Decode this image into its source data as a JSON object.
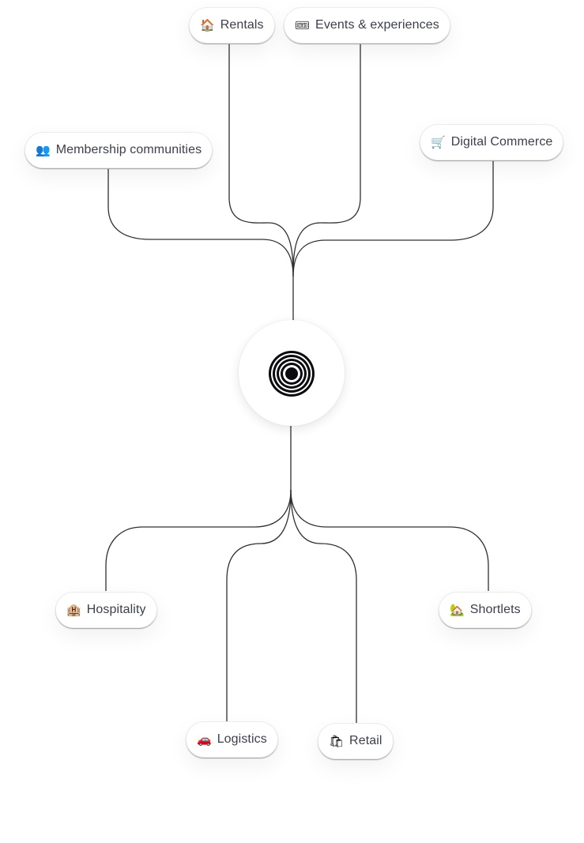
{
  "diagram": {
    "hub": {
      "icon": "concentric-rings-logo-icon"
    },
    "top_nodes": [
      {
        "id": "rentals",
        "label": "Rentals",
        "icon": "🏠",
        "icon_name": "house-icon"
      },
      {
        "id": "events",
        "label": "Events & experiences",
        "icon": "🎟",
        "icon_name": "ticket-icon"
      },
      {
        "id": "membership",
        "label": "Membership communities",
        "icon": "👥",
        "icon_name": "people-icon"
      },
      {
        "id": "digital",
        "label": "Digital Commerce",
        "icon": "🛒",
        "icon_name": "shopping-cart-icon"
      }
    ],
    "bottom_nodes": [
      {
        "id": "hospitality",
        "label": "Hospitality",
        "icon": "🏨",
        "icon_name": "hotel-icon"
      },
      {
        "id": "shortlets",
        "label": "Shortlets",
        "icon": "🏡",
        "icon_name": "house-garden-icon"
      },
      {
        "id": "logistics",
        "label": "Logistics",
        "icon": "🚗",
        "icon_name": "car-icon"
      },
      {
        "id": "retail",
        "label": "Retail",
        "icon": "🛍",
        "icon_name": "shopping-bags-icon"
      }
    ],
    "colors": {
      "line": "#2f3033",
      "text": "#3b3f4d",
      "hub_rings": "#0b0b0f"
    }
  }
}
